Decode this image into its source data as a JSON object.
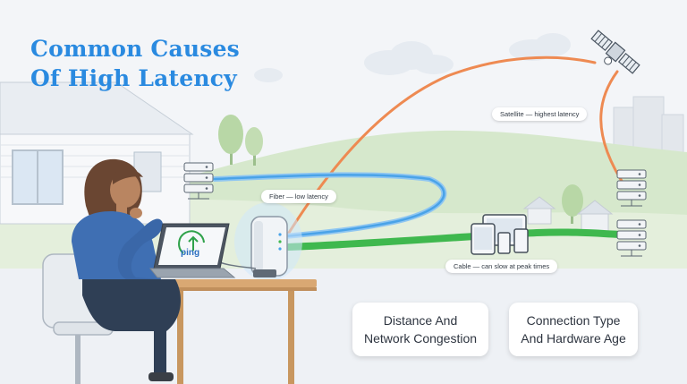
{
  "title": {
    "line1": "Common Causes",
    "line2": "Of High Latency"
  },
  "labels": {
    "satellite": "Satellite — highest latency",
    "fiber": "Fiber — low latency",
    "cable": "Cable — can slow at peak times"
  },
  "laptop_screen": {
    "ping": "ping"
  },
  "cards": [
    {
      "line1": "Distance And",
      "line2": "Network Congestion"
    },
    {
      "line1": "Connection Type",
      "line2": "And Hardware Age"
    }
  ],
  "colors": {
    "title": "#2a8ae0",
    "satellite_line": "#ee8a52",
    "fiber_line": "#4aa3e8",
    "cable_line": "#3fb84e",
    "ping_accent": "#2fa24a"
  }
}
